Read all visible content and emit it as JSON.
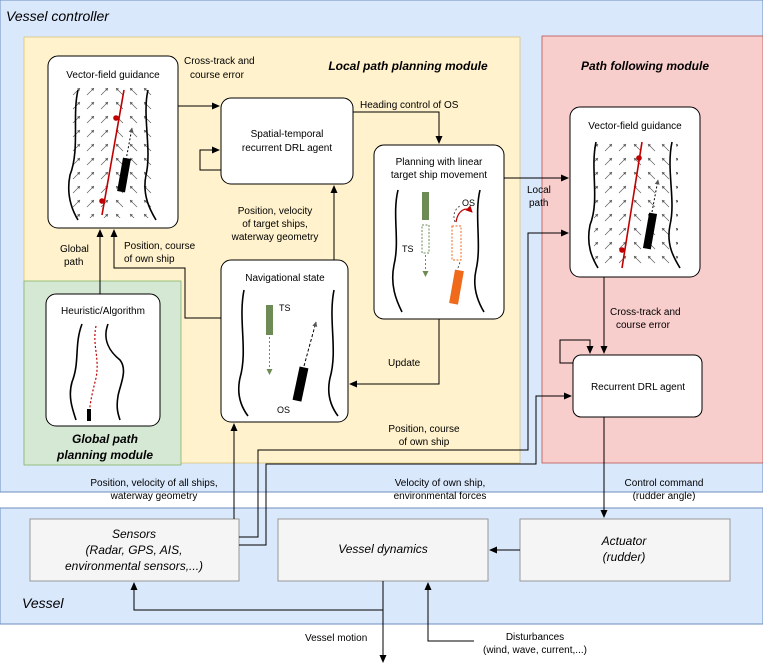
{
  "regions": {
    "vessel_controller": "Vessel controller",
    "vessel": "Vessel",
    "local_module": "Local path planning module",
    "path_following_module": "Path following module",
    "global_module_line1": "Global path",
    "global_module_line2": "planning module"
  },
  "boxes": {
    "vfg_local_title": "Vector-field guidance",
    "drl_agent_line1": "Spatial-temporal",
    "drl_agent_line2": "recurrent DRL agent",
    "planning_line1": "Planning with linear",
    "planning_line2": "target ship movement",
    "nav_state": "Navigational state",
    "heuristic": "Heuristic/Algorithm",
    "vfg_follow_title": "Vector-field guidance",
    "recurrent_agent": "Recurrent DRL agent",
    "sensors_line1": "Sensors",
    "sensors_line2": "(Radar, GPS, AIS,",
    "sensors_line3": "environmental sensors,...)",
    "vessel_dynamics": "Vessel dynamics",
    "actuator_line1": "Actuator",
    "actuator_line2": "(rudder)"
  },
  "labels": {
    "cross_track_top_1": "Cross-track and",
    "cross_track_top_2": "course error",
    "heading_control": "Heading control of OS",
    "global_path_1": "Global",
    "global_path_2": "path",
    "pos_course_1": "Position, course",
    "pos_course_2": "of own ship",
    "pos_vel_ts_1": "Position, velocity",
    "pos_vel_ts_2": "of target ships,",
    "pos_vel_ts_3": "waterway geometry",
    "update": "Update",
    "local_path_1": "Local",
    "local_path_2": "path",
    "cross_track_right_1": "Cross-track and",
    "cross_track_right_2": "course error",
    "pos_course_os_1": "Position, course",
    "pos_course_os_2": "of own ship",
    "pos_vel_all_1": "Position, velocity of all ships,",
    "pos_vel_all_2": "waterway geometry",
    "vel_own_1": "Velocity of own ship,",
    "vel_own_2": "environmental forces",
    "control_cmd_1": "Control command",
    "control_cmd_2": "(rudder angle)",
    "vessel_motion": "Vessel motion",
    "disturbances_1": "Disturbances",
    "disturbances_2": "(wind, wave, current,...)",
    "ts_planning": "TS",
    "os_planning": "OS",
    "ts_nav": "TS",
    "os_nav": "OS"
  },
  "colors": {
    "controller_bg": "#dae8fc",
    "local_bg": "#fff2cc",
    "global_bg": "#d5e8d4",
    "follow_bg": "#f8cecc",
    "vessel_bg": "#dae8fc",
    "gray_box": "#f5f5f5",
    "path_red": "#c00000",
    "ts_green": "#6d8b55",
    "os_orange": "#f06a1c"
  }
}
